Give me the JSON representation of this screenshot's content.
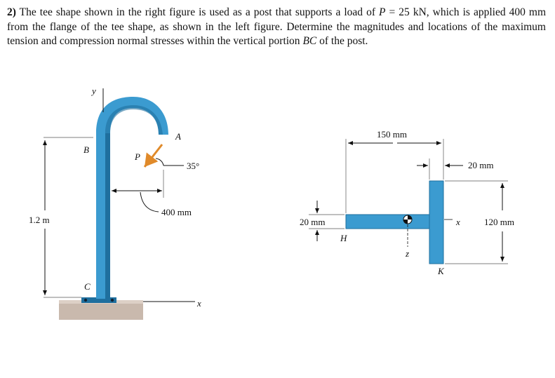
{
  "problem": {
    "number": "2)",
    "text_a": " The tee shape shown in the right figure is used as a post that supports a load of ",
    "text_p": "P",
    "text_b": " = 25 kN, which is applied 400 mm from the flange of the tee shape, as shown in the left figure. Determine the magnitudes and locations of the maximum tension and compression normal stresses within the vertical portion ",
    "text_bc": "BC",
    "text_c": " of the post."
  },
  "left_figure": {
    "label_y": "y",
    "label_x": "x",
    "label_A": "A",
    "label_B": "B",
    "label_C": "C",
    "label_P": "P",
    "angle": "35°",
    "height": "1.2 m",
    "offset": "400 mm"
  },
  "right_figure": {
    "width_dim": "150 mm",
    "flange_thk": "20 mm",
    "web_thk": "20 mm",
    "depth_dim": "120 mm",
    "label_H": "H",
    "label_K": "K",
    "label_x": "x",
    "label_z": "z"
  },
  "colors": {
    "steel": "#3b9bd0",
    "steel_dark": "#1f6f9e",
    "ground": "#c9b9ad",
    "load": "#e08a2a"
  }
}
